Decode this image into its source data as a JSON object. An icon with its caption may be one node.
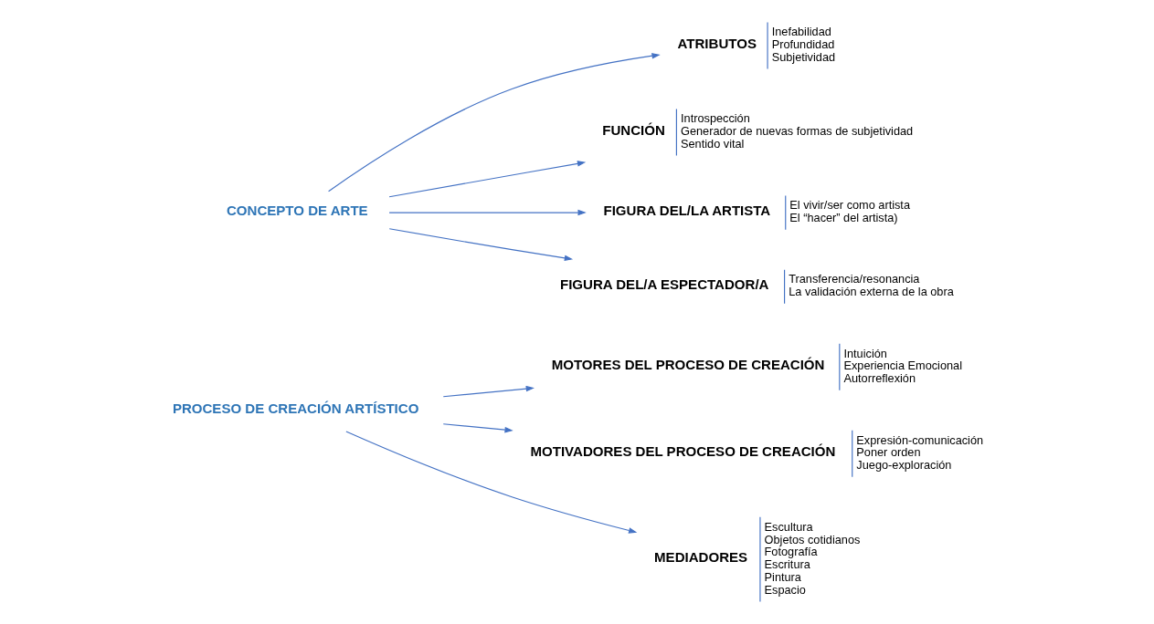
{
  "diagram": {
    "nodes": [
      {
        "text": [
          "CONCEPTO DE ARTE"
        ]
      },
      {
        "text": [
          "ATRIBUTOS",
          "Inefabilidad",
          "Profundidad",
          "Subjetividad"
        ]
      },
      {
        "text": [
          "FUNCIÓN",
          "Introspección",
          "Generador de nuevas formas de subjetividad",
          "Sentido vital"
        ]
      },
      {
        "text": [
          "FIGURA DEL/LA ARTISTA",
          "El vivir/ser como artista",
          "El “hacer” del artista)"
        ]
      },
      {
        "text": [
          "FIGURA DEL/A ESPECTADOR/A",
          "Transferencia/resonancia",
          "La validación externa de la obra"
        ]
      },
      {
        "text": [
          "PROCESO DE CREACIÓN ARTÍSTICO"
        ]
      },
      {
        "text": [
          "MOTORES DEL PROCESO DE CREACIÓN",
          "Intuición",
          "Experiencia Emocional",
          "Autorreflexión"
        ]
      },
      {
        "text": [
          "MOTIVADORES DEL PROCESO DE CREACIÓN",
          "Expresión-comunicación",
          "Poner orden",
          "Juego-exploración"
        ]
      },
      {
        "text": [
          "MEDIADORES",
          "Escultura",
          "Objetos cotidianos",
          "Fotografía",
          "Escritura",
          "Pintura",
          "Espacio"
        ]
      }
    ],
    "edges": [
      {
        "from": 0,
        "to": 1,
        "arrow": "to"
      },
      {
        "from": 0,
        "to": 2,
        "arrow": "to"
      },
      {
        "from": 0,
        "to": 3,
        "arrow": "to"
      },
      {
        "from": 0,
        "to": 4,
        "arrow": "to"
      },
      {
        "from": 5,
        "to": 6,
        "arrow": "to"
      },
      {
        "from": 5,
        "to": 7,
        "arrow": "to"
      },
      {
        "from": 5,
        "to": 8,
        "arrow": "to"
      }
    ]
  }
}
